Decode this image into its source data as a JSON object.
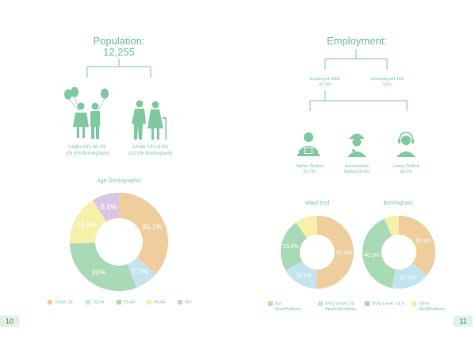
{
  "left": {
    "population_title": "Population:",
    "population_value": "12,255",
    "under18": [
      "Under 18's 36.1%",
      "(25.5% Birmingham)"
    ],
    "over65": [
      "Under 18's 8.6%",
      "(12.9% Birmingham)"
    ],
    "age_title": "Age Demographic",
    "page_number": "10"
  },
  "right": {
    "employment_title": "Employment:",
    "employed": [
      "Employed 3360",
      "47.9%"
    ],
    "unemployed": [
      "Unemployed 458",
      "12%"
    ],
    "higher": [
      "Higher Skilled",
      "20.7%"
    ],
    "intermediate": [
      "Intermediate",
      "Skilled 20.6%"
    ],
    "lower": [
      "Lower Skilled",
      "58.7%"
    ],
    "ward_end_title": "Ward End",
    "birmingham_title": "Birmingham",
    "page_number": "11"
  },
  "colors": {
    "accent": "#7ec9a0",
    "orange": "#f0cd9c",
    "blue": "#c4e4ed",
    "green": "#a8dab5",
    "yellow": "#f6f0a8",
    "purple": "#d9c6e4"
  },
  "chart_data": [
    {
      "type": "pie",
      "title": "Age Demographic",
      "categories": [
        "Under 18",
        "18-24",
        "25-44",
        "45-64",
        "65+"
      ],
      "values": [
        36.1,
        7.7,
        30,
        16.5,
        8.8
      ],
      "labels": [
        "36.1%",
        "7.7%",
        "30%",
        "16.5%",
        "8.8%"
      ],
      "colors": [
        "#f0cd9c",
        "#c4e4ed",
        "#a8dab5",
        "#f6f0a8",
        "#d9c6e4"
      ],
      "legend": "bottom"
    },
    {
      "type": "pie",
      "title": "Ward End",
      "categories": [
        "No Qualifications",
        "NVQ Level 2 & Apprenticeships",
        "NVQ Level 3 & 4",
        "Other Qualifications"
      ],
      "values": [
        50.4,
        16.2,
        23.5,
        9.9
      ],
      "labels": [
        "50.4%",
        "16.2%",
        "23.5%",
        ""
      ],
      "colors": [
        "#f0cd9c",
        "#c4e4ed",
        "#a8dab5",
        "#f6f0a8"
      ]
    },
    {
      "type": "pie",
      "title": "Birmingham",
      "categories": [
        "No Qualifications",
        "NVQ Level 2 & Apprenticeships",
        "NVQ Level 3 & 4",
        "Other Qualifications"
      ],
      "values": [
        35.9,
        17.3,
        40.3,
        6.5
      ],
      "labels": [
        "35.9%",
        "17.3%",
        "40.3%",
        ""
      ],
      "colors": [
        "#f0cd9c",
        "#c4e4ed",
        "#a8dab5",
        "#f6f0a8"
      ]
    }
  ],
  "legends": {
    "age": [
      "Under 18",
      "18-24",
      "25-44",
      "45-64",
      "65+"
    ],
    "qual": [
      [
        "No",
        "Qualifications"
      ],
      [
        "NVQ Level 2 &",
        "Apprenticeships"
      ],
      [
        "NVQ Level 3 & 4",
        ""
      ],
      [
        "Other",
        "Qualifications"
      ]
    ]
  }
}
